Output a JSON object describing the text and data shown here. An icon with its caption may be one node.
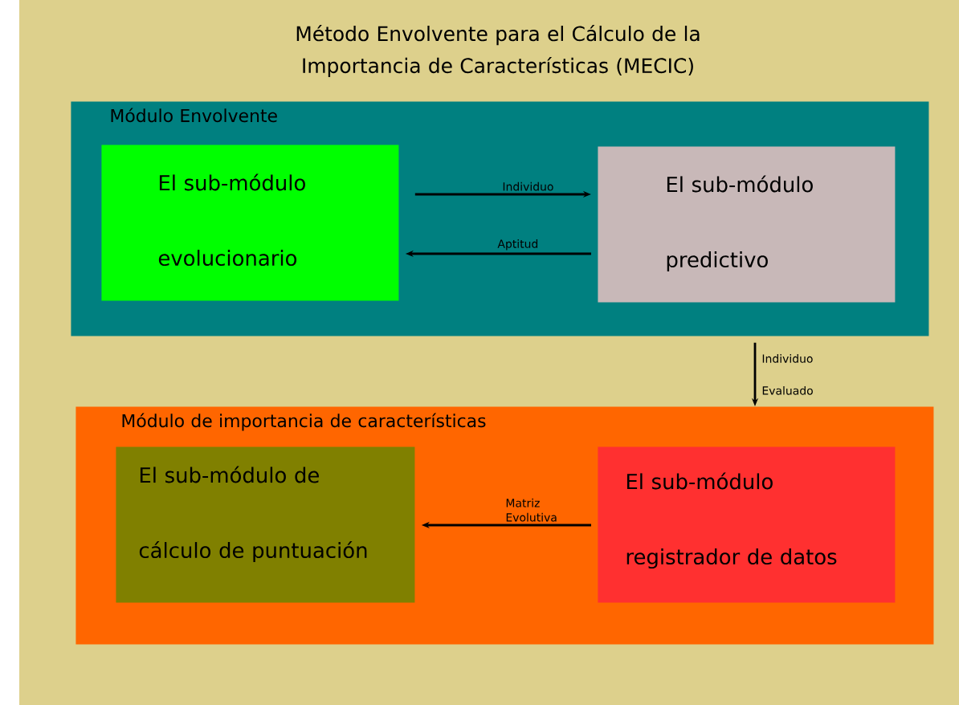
{
  "diagram": {
    "title": "Método Envolvente para el Cálculo de la Importancia de Características (MECIC)",
    "nodes": [
      {
        "text": [
          "Módulo Envolvente"
        ]
      },
      {
        "text": [
          "El sub-módulo evolucionario"
        ],
        "in": 0
      },
      {
        "text": [
          "El sub-módulo predictivo"
        ],
        "in": 0
      },
      {
        "text": [
          "Módulo de importancia de características"
        ]
      },
      {
        "text": [
          "El sub-módulo de cálculo de puntuación"
        ],
        "in": 3
      },
      {
        "text": [
          "El sub-módulo registrador de datos"
        ],
        "in": 3
      }
    ],
    "edges": [
      {
        "from": 1,
        "to": 2,
        "arrow": "to",
        "label": "Individuo"
      },
      {
        "from": 2,
        "to": 1,
        "arrow": "to",
        "label": "Aptitud"
      },
      {
        "from": 0,
        "to": 3,
        "arrow": "to",
        "label": "Individuo Evaluado"
      },
      {
        "from": 5,
        "to": 4,
        "arrow": "to",
        "label": "Matriz Evolutiva"
      }
    ]
  }
}
